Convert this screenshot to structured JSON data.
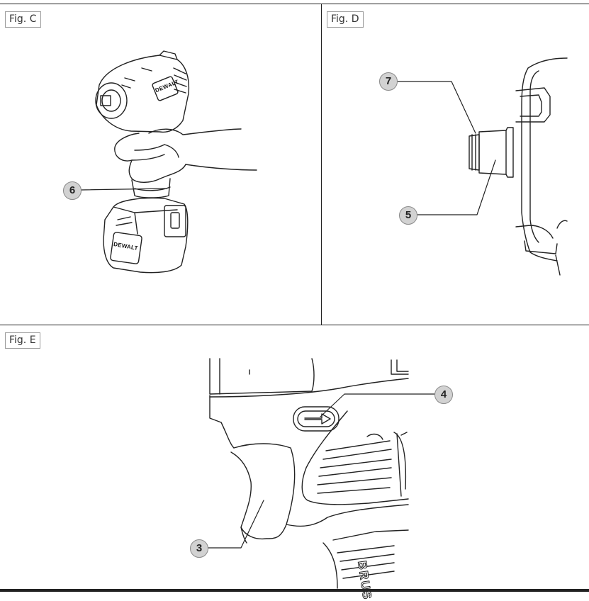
{
  "figures": {
    "c": {
      "label": "Fig. C",
      "callouts": [
        "6"
      ]
    },
    "d": {
      "label": "Fig. D",
      "callouts": [
        "7",
        "5"
      ]
    },
    "e": {
      "label": "Fig. E",
      "callouts": [
        "4",
        "3"
      ]
    }
  },
  "branding": {
    "logo_text": "DEWALT",
    "side_text": "BRUS"
  }
}
